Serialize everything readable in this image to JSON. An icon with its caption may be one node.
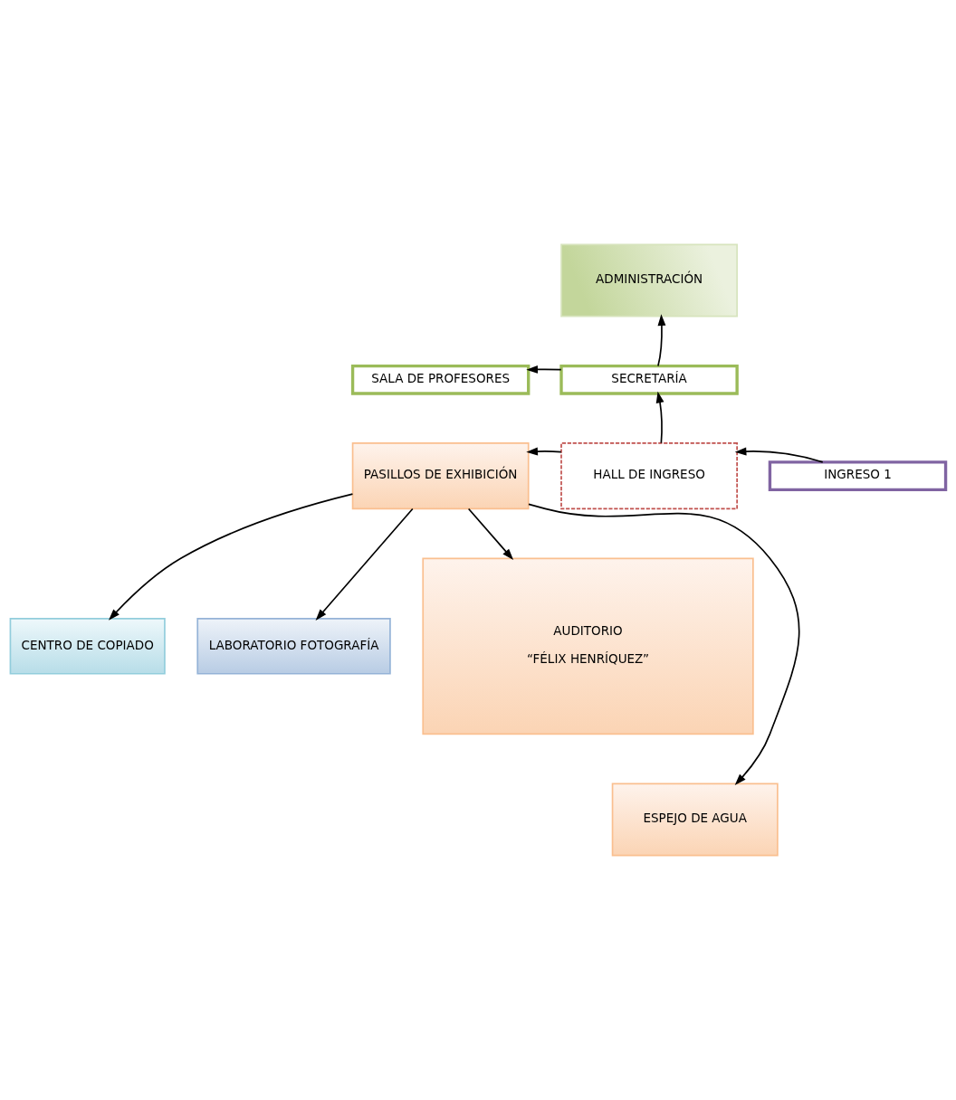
{
  "diagram": {
    "nodes": [
      {
        "text": [
          "ADMINISTRACIÓN"
        ]
      },
      {
        "text": [
          "SALA DE PROFESORES"
        ]
      },
      {
        "text": [
          "SECRETARÍA"
        ]
      },
      {
        "text": [
          "PASILLOS DE EXHIBICIÓN"
        ]
      },
      {
        "text": [
          "HALL DE INGRESO"
        ]
      },
      {
        "text": [
          "INGRESO 1"
        ]
      },
      {
        "text": [
          "CENTRO DE COPIADO"
        ]
      },
      {
        "text": [
          "AUDITORIO",
          "“FÉLIX HENRÍQUEZ”"
        ]
      },
      {
        "text": [
          "LABORATORIO FOTOGRAFÍA"
        ]
      },
      {
        "text": [
          "ESPEJO DE AGUA"
        ]
      }
    ],
    "edges": [
      {
        "from": 2,
        "to": 0,
        "arrow": "to"
      },
      {
        "from": 2,
        "to": 1,
        "arrow": "to"
      },
      {
        "from": 4,
        "to": 2,
        "arrow": "to"
      },
      {
        "from": 4,
        "to": 3,
        "arrow": "to"
      },
      {
        "from": 5,
        "to": 4,
        "arrow": "to"
      },
      {
        "from": 3,
        "to": 6,
        "arrow": "to"
      },
      {
        "from": 3,
        "to": 7,
        "arrow": "to"
      },
      {
        "from": 3,
        "to": 8,
        "arrow": "to"
      },
      {
        "from": 3,
        "to": 9,
        "arrow": "to"
      }
    ]
  }
}
